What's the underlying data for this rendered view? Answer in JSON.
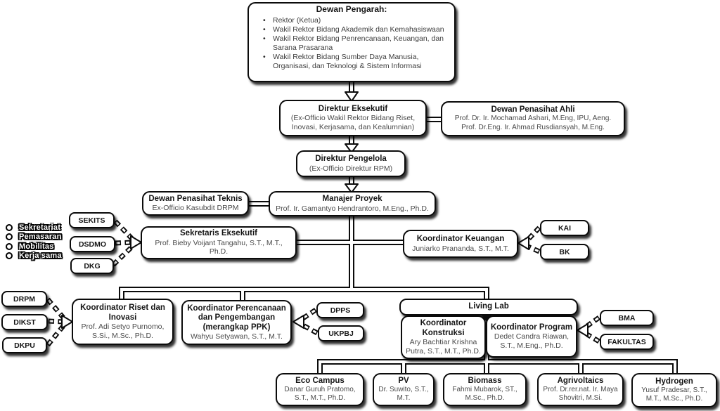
{
  "colors": {
    "background": "#ffffff",
    "box_fill": "#ffffff",
    "box_border": "#0b0b0b",
    "title_text": "#151515",
    "body_text": "#4a4a4a",
    "shadow": "rgba(0,0,0,0.8)"
  },
  "side_labels": {
    "items": [
      "Sekretariat",
      "Pemasaran",
      "Mobilitas",
      "Kerja sama"
    ]
  },
  "nodes": {
    "dewan_pengarah": {
      "title": "Dewan Pengarah:",
      "items": [
        "Rektor (Ketua)",
        "Wakil Rektor Bidang Akademik dan Kemahasiswaan",
        "Wakil Rektor Bidang Penrencanaan, Keuangan, dan Sarana Prasarana",
        "Wakil Rektor Bidang Sumber Daya Manusia, Organisasi, dan Teknologi & Sistem Informasi"
      ]
    },
    "direktur_eksekutif": {
      "title": "Direktur Eksekutif",
      "lines": [
        "(Ex-Officio Wakil Rektor Bidang Riset,",
        "Inovasi, Kerjasama, dan Kealumnian)"
      ]
    },
    "dewan_penasihat_ahli": {
      "title": "Dewan Penasihat Ahli",
      "lines": [
        "Prof. Dr. Ir. Mochamad Ashari, M.Eng, IPU, Aeng.",
        "Prof. Dr.Eng. Ir. Ahmad Rusdiansyah, M.Eng."
      ]
    },
    "direktur_pengelola": {
      "title": "Direktur Pengelola",
      "body": "(Ex-Officio Direktur RPM)"
    },
    "dewan_penasihat_teknis": {
      "title": "Dewan Penasihat Teknis",
      "body": "Ex-Officio Kasubdit DRPM"
    },
    "manajer_proyek": {
      "title": "Manajer Proyek",
      "body": "Prof. Ir. Gamantyo Hendrantoro, M.Eng., Ph.D."
    },
    "sekretaris_eksekutif": {
      "title": "Sekretaris Eksekutif",
      "body": "Prof. Bieby Voijant Tangahu, S.T., M.T., Ph.D."
    },
    "koordinator_keuangan": {
      "title": "Koordinator Keuangan",
      "body": "Juniarko Prananda, S.T., M.T."
    },
    "koordinator_riset": {
      "title": "Koordinator Riset dan Inovasi",
      "body": "Prof. Adi Setyo Purnomo, S.Si., M.Sc., Ph.D."
    },
    "koordinator_perencanaan": {
      "title": "Koordinator Perencanaan dan Pengembangan (merangkap PPK)",
      "body": "Wahyu Setyawan, S.T., M.T."
    },
    "living_lab": {
      "title": "Living Lab"
    },
    "koordinator_konstruksi": {
      "title": "Koordinator Konstruksi",
      "body": "Ary Bachtiar Krishna Putra, S.T., M.T., Ph.D."
    },
    "koordinator_program": {
      "title": "Koordinator Program",
      "body": "Dedet Candra Riawan, S.T., M.Eng., Ph.D."
    },
    "eco_campus": {
      "title": "Eco Campus",
      "body": "Danar Guruh Pratomo, S.T., M.T., Ph.D."
    },
    "pv": {
      "title": "PV",
      "body": "Dr. Suwito, S.T., M.T."
    },
    "biomass": {
      "title": "Biomass",
      "body": "Fahmi Mubarok, ST., M.Sc., Ph.D."
    },
    "agrivoltaics": {
      "title": "Agrivoltaics",
      "body": "Prof. Dr.rer.nat. Ir. Maya Shovitri, M.Si."
    },
    "hydrogen": {
      "title": "Hydrogen",
      "body": "Yusuf Pradesar, S.T., M.T., M.Sc., Ph.D."
    }
  },
  "tags": {
    "sekits": "SEKITS",
    "dsdmo": "DSDMO",
    "dkg": "DKG",
    "kai": "KAI",
    "bk": "BK",
    "drpm": "DRPM",
    "dikst": "DIKST",
    "dkpu": "DKPU",
    "dpps": "DPPS",
    "ukpbj": "UKPBJ",
    "bma": "BMA",
    "fakultas": "FAKULTAS"
  }
}
